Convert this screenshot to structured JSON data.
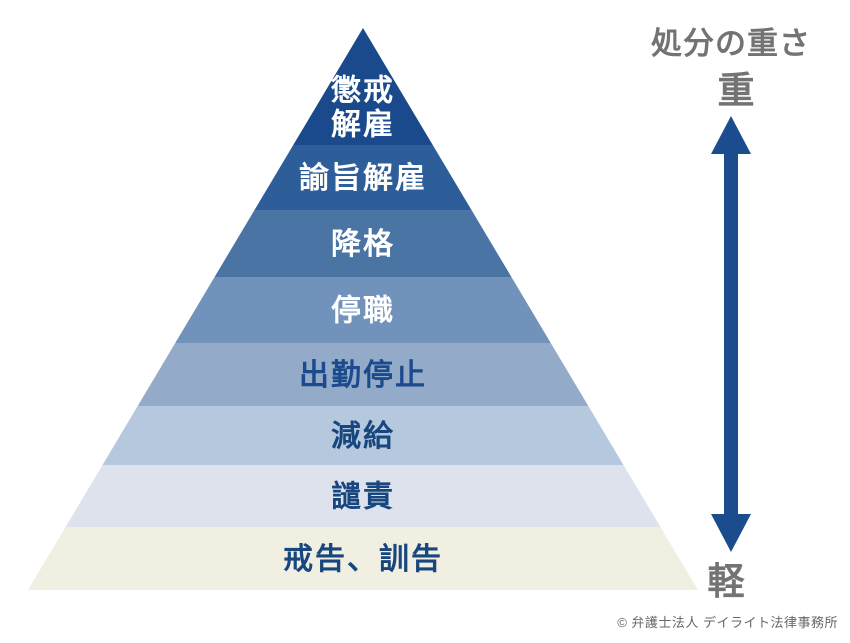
{
  "title": "処分の重さ",
  "scale": {
    "heavy": "重",
    "light": "軽"
  },
  "pyramid": {
    "layers": [
      {
        "label": "懲戒解雇",
        "label_lines": [
          "懲戒",
          "解雇"
        ],
        "fill": "#1a4a8c",
        "text_color": "#ffffff"
      },
      {
        "label": "諭旨解雇",
        "fill": "#2e5e9a",
        "text_color": "#ffffff"
      },
      {
        "label": "降格",
        "fill": "#4a74a4",
        "text_color": "#ffffff"
      },
      {
        "label": "停職",
        "fill": "#7192ba",
        "text_color": "#ffffff"
      },
      {
        "label": "出勤停止",
        "fill": "#93aac9",
        "text_color": "#1b4b8c"
      },
      {
        "label": "減給",
        "fill": "#b6c8de",
        "text_color": "#17477e"
      },
      {
        "label": "譴責",
        "fill": "#dde2ec",
        "text_color": "#17477e"
      },
      {
        "label": "戒告、訓告",
        "fill": "#f1efe1",
        "text_color": "#17477e"
      }
    ]
  },
  "arrow_color": "#1b4d8e",
  "footer": {
    "copyright": "© 弁護士法人 デイライト法律事務所"
  }
}
